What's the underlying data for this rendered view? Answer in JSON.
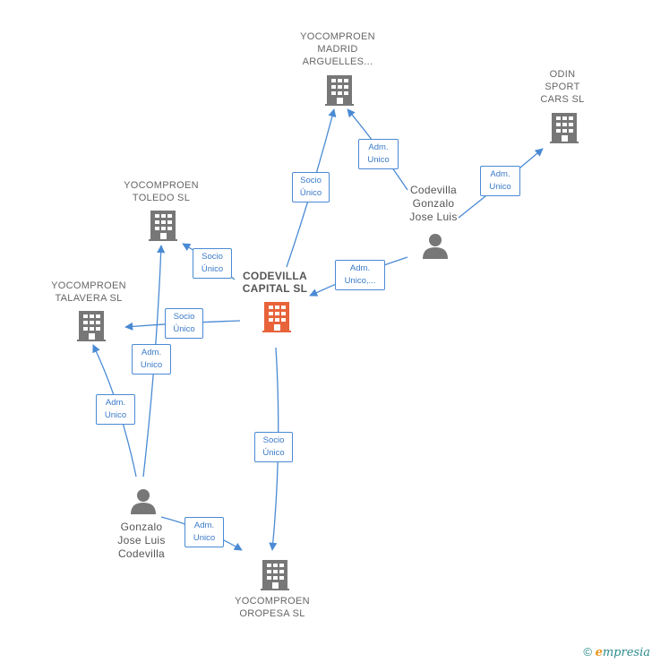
{
  "nodes": {
    "madrid": {
      "lines": [
        "YOCOMPROEN",
        "MADRID",
        "ARGUELLES..."
      ]
    },
    "odin": {
      "lines": [
        "ODIN",
        "SPORT",
        "CARS  SL"
      ]
    },
    "toledo": {
      "lines": [
        "YOCOMPROEN",
        "TOLEDO  SL"
      ]
    },
    "talavera": {
      "lines": [
        "YOCOMPROEN",
        "TALAVERA  SL"
      ]
    },
    "capital": {
      "lines": [
        "CODEVILLA",
        "CAPITAL  SL"
      ]
    },
    "oropesa": {
      "lines": [
        "YOCOMPROEN",
        "OROPESA  SL"
      ]
    },
    "person1": {
      "lines": [
        "Codevilla",
        "Gonzalo",
        "Jose Luis"
      ]
    },
    "person2": {
      "lines": [
        "Gonzalo",
        "Jose Luis",
        "Codevilla"
      ]
    }
  },
  "edges": [
    {
      "id": "capital-madrid",
      "lines": [
        "Socio",
        "Único"
      ]
    },
    {
      "id": "person1-madrid",
      "lines": [
        "Adm.",
        "Unico"
      ]
    },
    {
      "id": "person1-odin",
      "lines": [
        "Adm.",
        "Unico"
      ]
    },
    {
      "id": "person1-capital",
      "lines": [
        "Adm.",
        "Unico,..."
      ]
    },
    {
      "id": "capital-toledo",
      "lines": [
        "Socio",
        "Único"
      ]
    },
    {
      "id": "capital-talavera",
      "lines": [
        "Socio",
        "Único"
      ]
    },
    {
      "id": "person2-toledo",
      "lines": [
        "Adm.",
        "Unico"
      ]
    },
    {
      "id": "person2-talavera",
      "lines": [
        "Adm.",
        "Unico"
      ]
    },
    {
      "id": "capital-oropesa",
      "lines": [
        "Socio",
        "Único"
      ]
    },
    {
      "id": "person2-oropesa",
      "lines": [
        "Adm.",
        "Unico"
      ]
    }
  ],
  "colors": {
    "building": "#777777",
    "building_main": "#e8623a",
    "person": "#777777",
    "edge": "#4a8ad4",
    "label_text": "#666666"
  },
  "footer": {
    "copyright": "©",
    "brand_first": "e",
    "brand_rest": "mpresia"
  }
}
